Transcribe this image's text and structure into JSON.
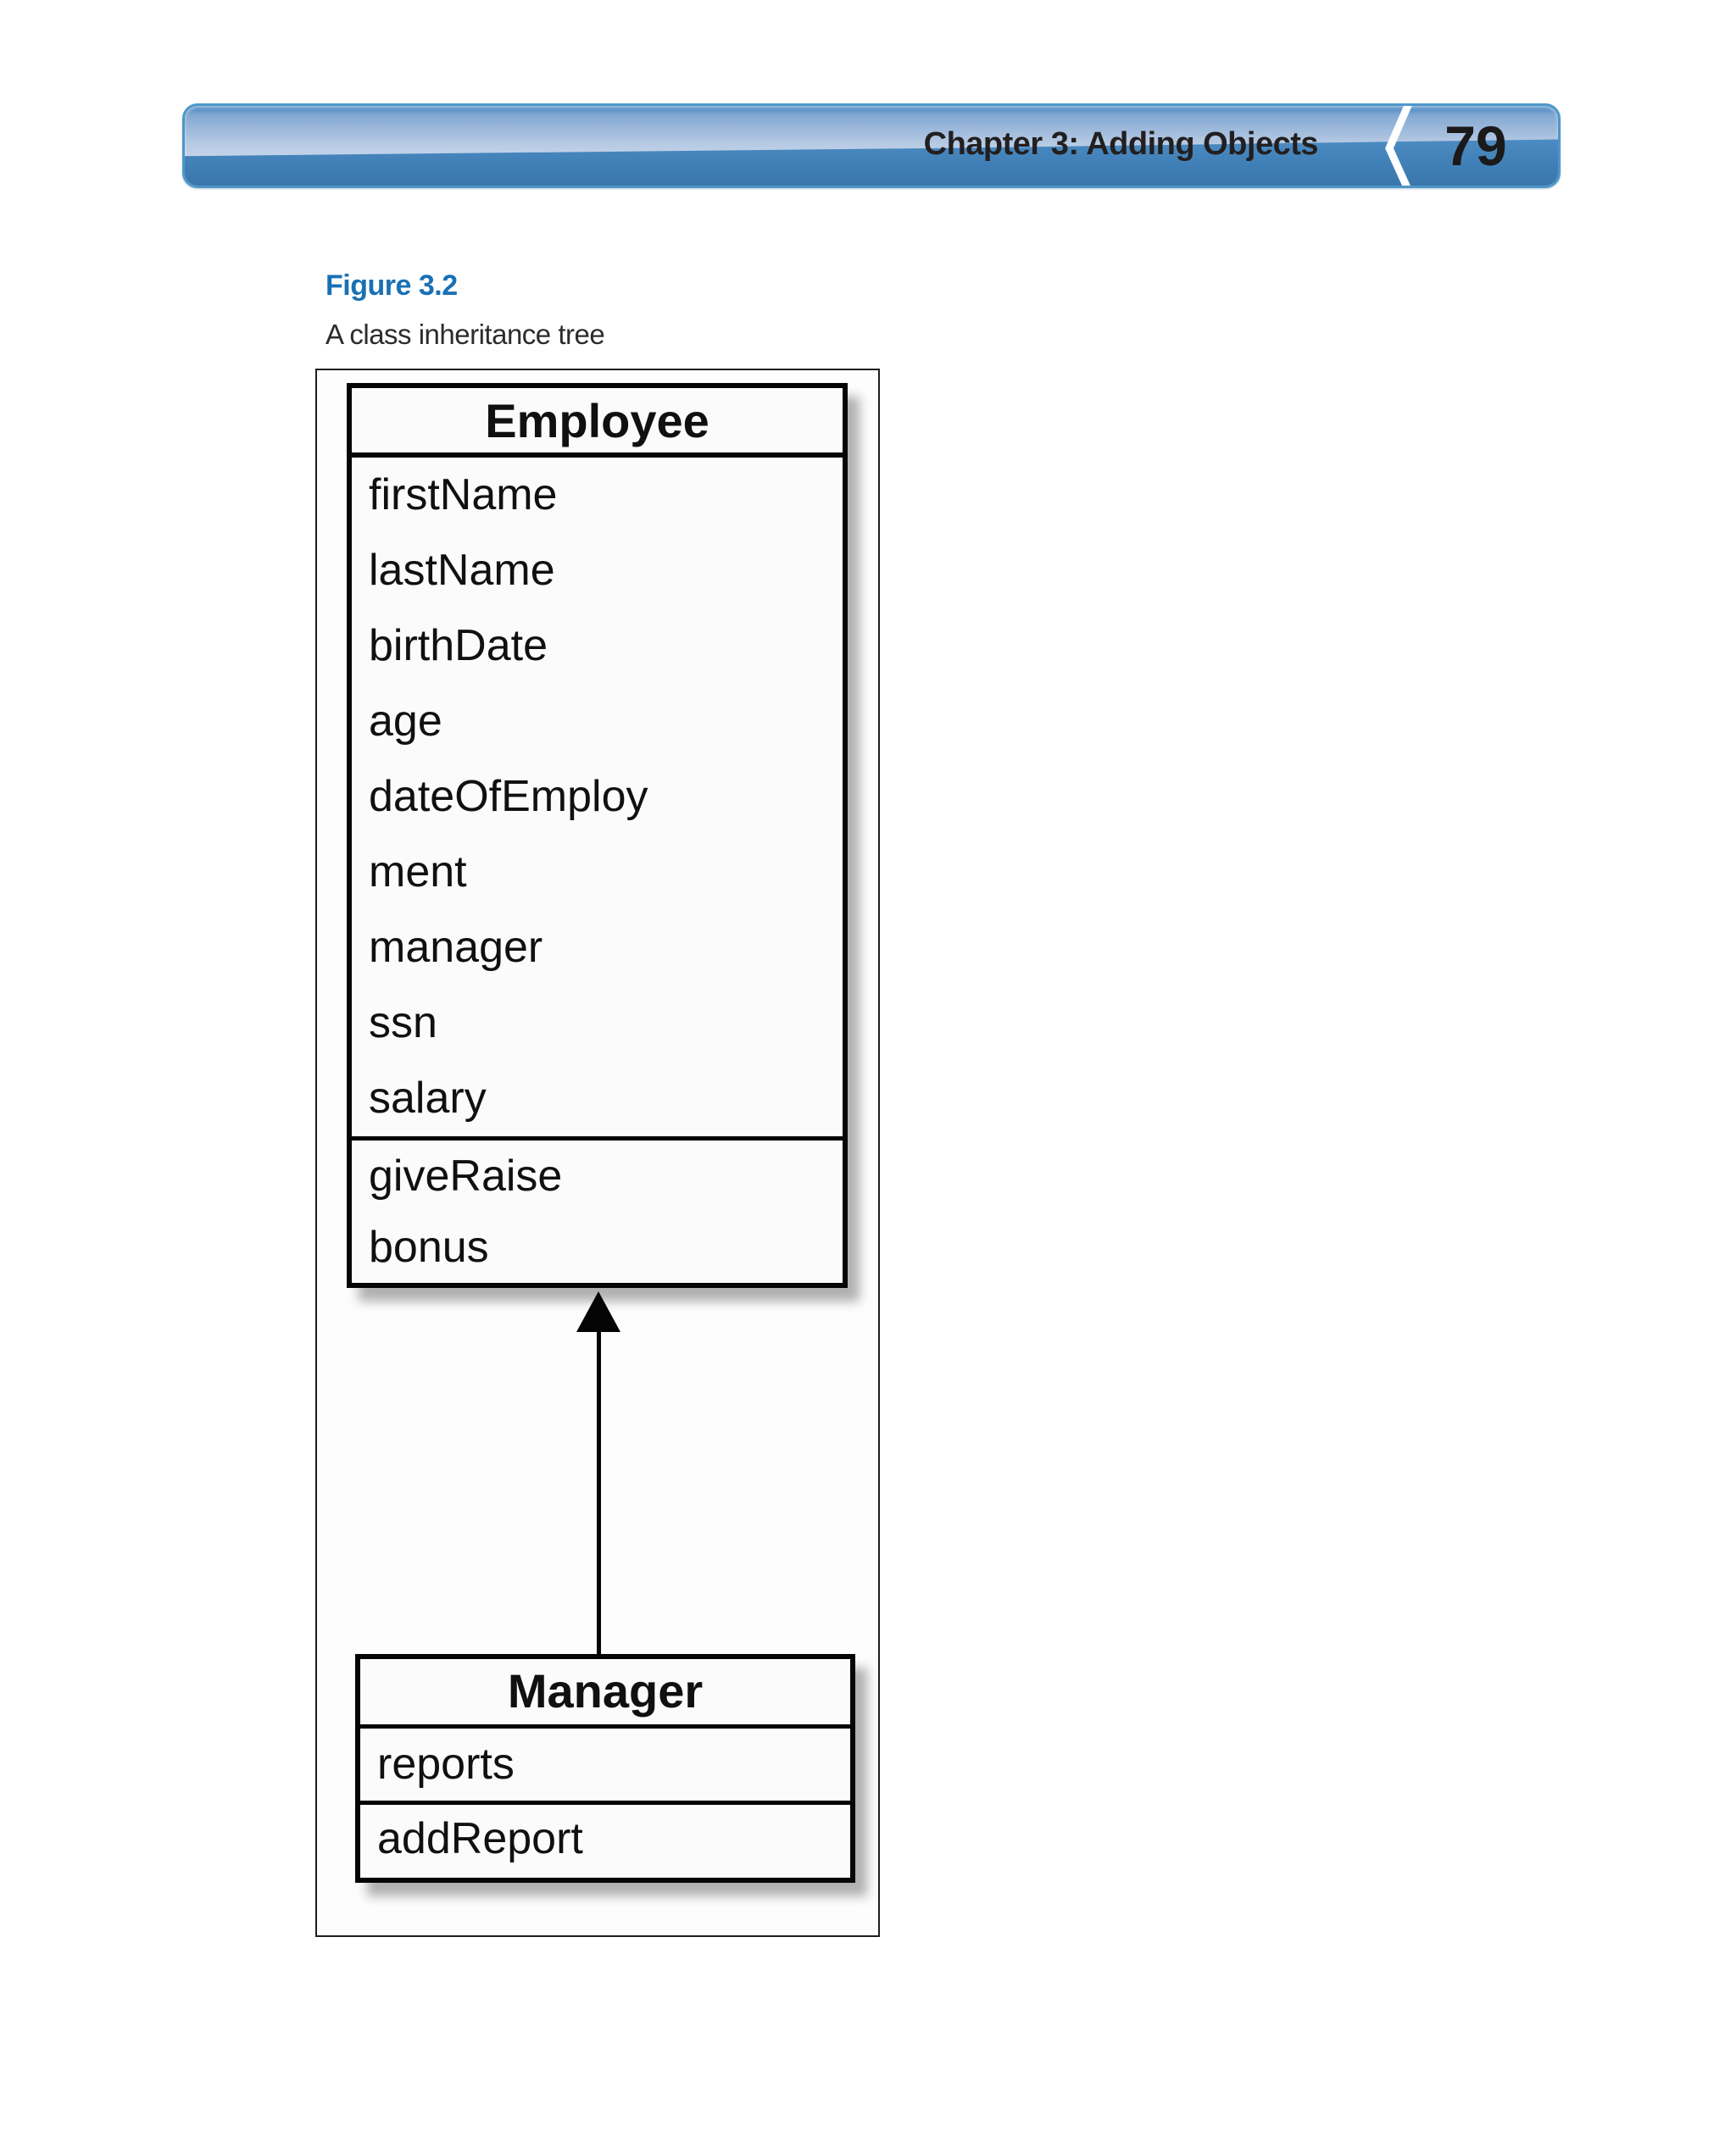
{
  "header": {
    "chapter_title": "Chapter 3: Adding Objects",
    "page_number": "79"
  },
  "figure": {
    "label": "Figure 3.2",
    "caption": "A class inheritance tree"
  },
  "diagram": {
    "employee_class": {
      "name": "Employee",
      "attributes": [
        "firstName",
        "lastName",
        "birthDate",
        "age",
        "dateOfEmployment",
        "manager",
        "ssn",
        "salary"
      ],
      "attribute_lines": [
        "firstName",
        "lastName",
        "birthDate",
        "age",
        "dateOfEmploy",
        "ment",
        "manager",
        "ssn",
        "salary"
      ],
      "methods": [
        "giveRaise",
        "bonus"
      ]
    },
    "manager_class": {
      "name": "Manager",
      "attributes": [
        "reports"
      ],
      "methods": [
        "addReport"
      ]
    },
    "relationship": "Manager inherits from Employee"
  },
  "colors": {
    "figure_label_blue": "#1a70b3",
    "bar_border": "#4e98c9",
    "bar_gloss_light": "#c2d3e9",
    "bar_gloss_top": "#4282bf",
    "bar_bottom_dark": "#3a76ac",
    "bar_text": "#221f20",
    "diagram_line": "#050505"
  }
}
